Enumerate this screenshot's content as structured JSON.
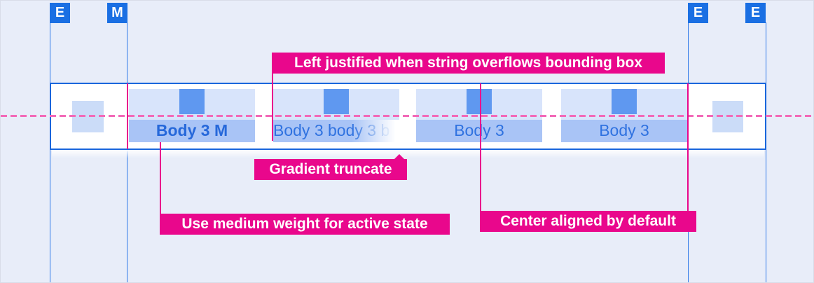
{
  "margin_chips": [
    {
      "label": "E"
    },
    {
      "label": "M"
    },
    {
      "label": "E"
    },
    {
      "label": "E"
    }
  ],
  "tabs": [
    {
      "label": "Body 3 M",
      "state": "active"
    },
    {
      "label": "Body 3 body 3 b",
      "state": "gradient-truncated"
    },
    {
      "label": "Body 3",
      "state": "default"
    },
    {
      "label": "Body 3",
      "state": "default"
    }
  ],
  "annotations": {
    "left_justified": "Left justified when string overflows bounding box",
    "gradient_truncate": "Gradient truncate",
    "medium_weight": "Use medium weight for active state",
    "center_aligned": "Center aligned by default"
  },
  "colors": {
    "background": "#E8EDF9",
    "guide_blue": "#2E78E8",
    "chip_blue": "#1A6FE3",
    "bar_border": "#1966DC",
    "tab_top_bg": "#D8E4FB",
    "tab_band_bg": "#A9C4F6",
    "icon_blue": "#5F98F0",
    "placeholder_square": "#CBDCF8",
    "tab_text": "#2F72E0",
    "annotation_magenta": "#E9078C",
    "dashed_line_pink": "#F26AB8"
  }
}
